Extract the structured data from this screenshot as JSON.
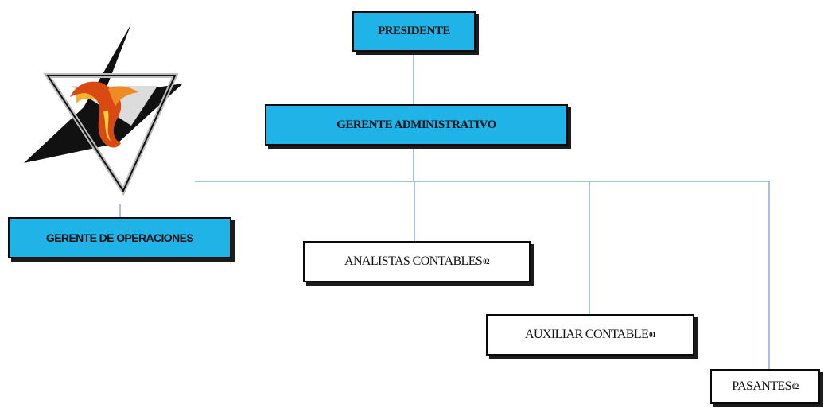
{
  "org_chart": {
    "president": "PRESIDENTE",
    "admin_manager": "GERENTE ADMINISTRATIVO",
    "operations_manager": "GERENTE DE OPERACIONES",
    "accounting_analysts": {
      "label": "ANALISTAS CONTABLES",
      "count": "02"
    },
    "accounting_assistant": {
      "label": "AUXILIAR CONTABLE",
      "count": "01"
    },
    "interns": {
      "label": "PASANTES",
      "count": "02"
    }
  },
  "colors": {
    "box_fill": "#1fb3e8",
    "connector": "#a9bfe0",
    "border": "#0a0a0a"
  },
  "logo": {
    "icon": "phoenix-star-logo-icon"
  }
}
